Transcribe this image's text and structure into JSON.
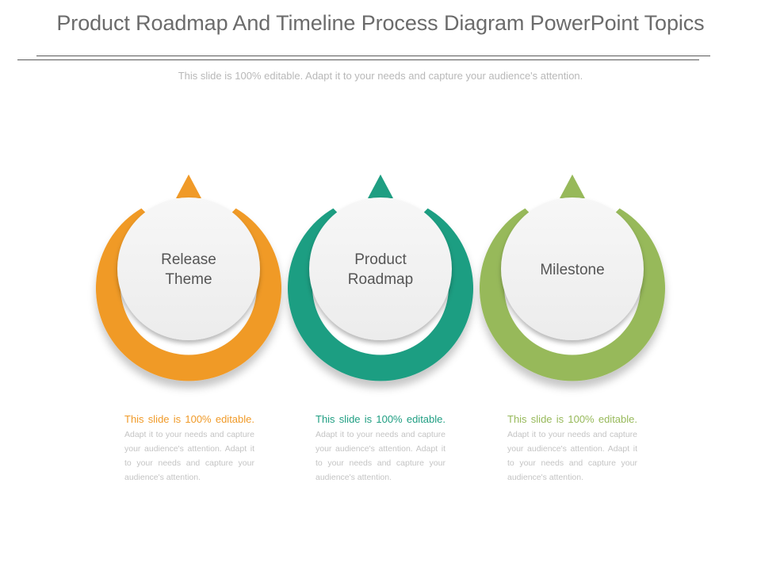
{
  "header": {
    "title": "Product Roadmap And Timeline Process Diagram PowerPoint Topics",
    "subtitle": "This slide is 100% editable. Adapt it to your needs and capture your audience's attention."
  },
  "steps": [
    {
      "label_line1": "Release",
      "label_line2": "Theme",
      "color": "#f09a28",
      "desc_lead": "This slide is 100% editable.",
      "desc_rest": " Adapt it to your needs and capture your audience's attention. Adapt it to your needs and capture your audience's attention."
    },
    {
      "label_line1": "Product",
      "label_line2": "Roadmap",
      "color": "#1f9e82",
      "desc_lead": "This slide is 100% editable.",
      "desc_rest": " Adapt it to your needs and capture your audience's attention. Adapt it to your needs and capture your audience's attention."
    },
    {
      "label_line1": "Milestone",
      "label_line2": "",
      "color": "#97b95a",
      "desc_lead": "This slide is 100% editable.",
      "desc_rest": " Adapt it to your needs and capture your audience's attention. Adapt it to your needs and capture your audience's attention."
    }
  ]
}
